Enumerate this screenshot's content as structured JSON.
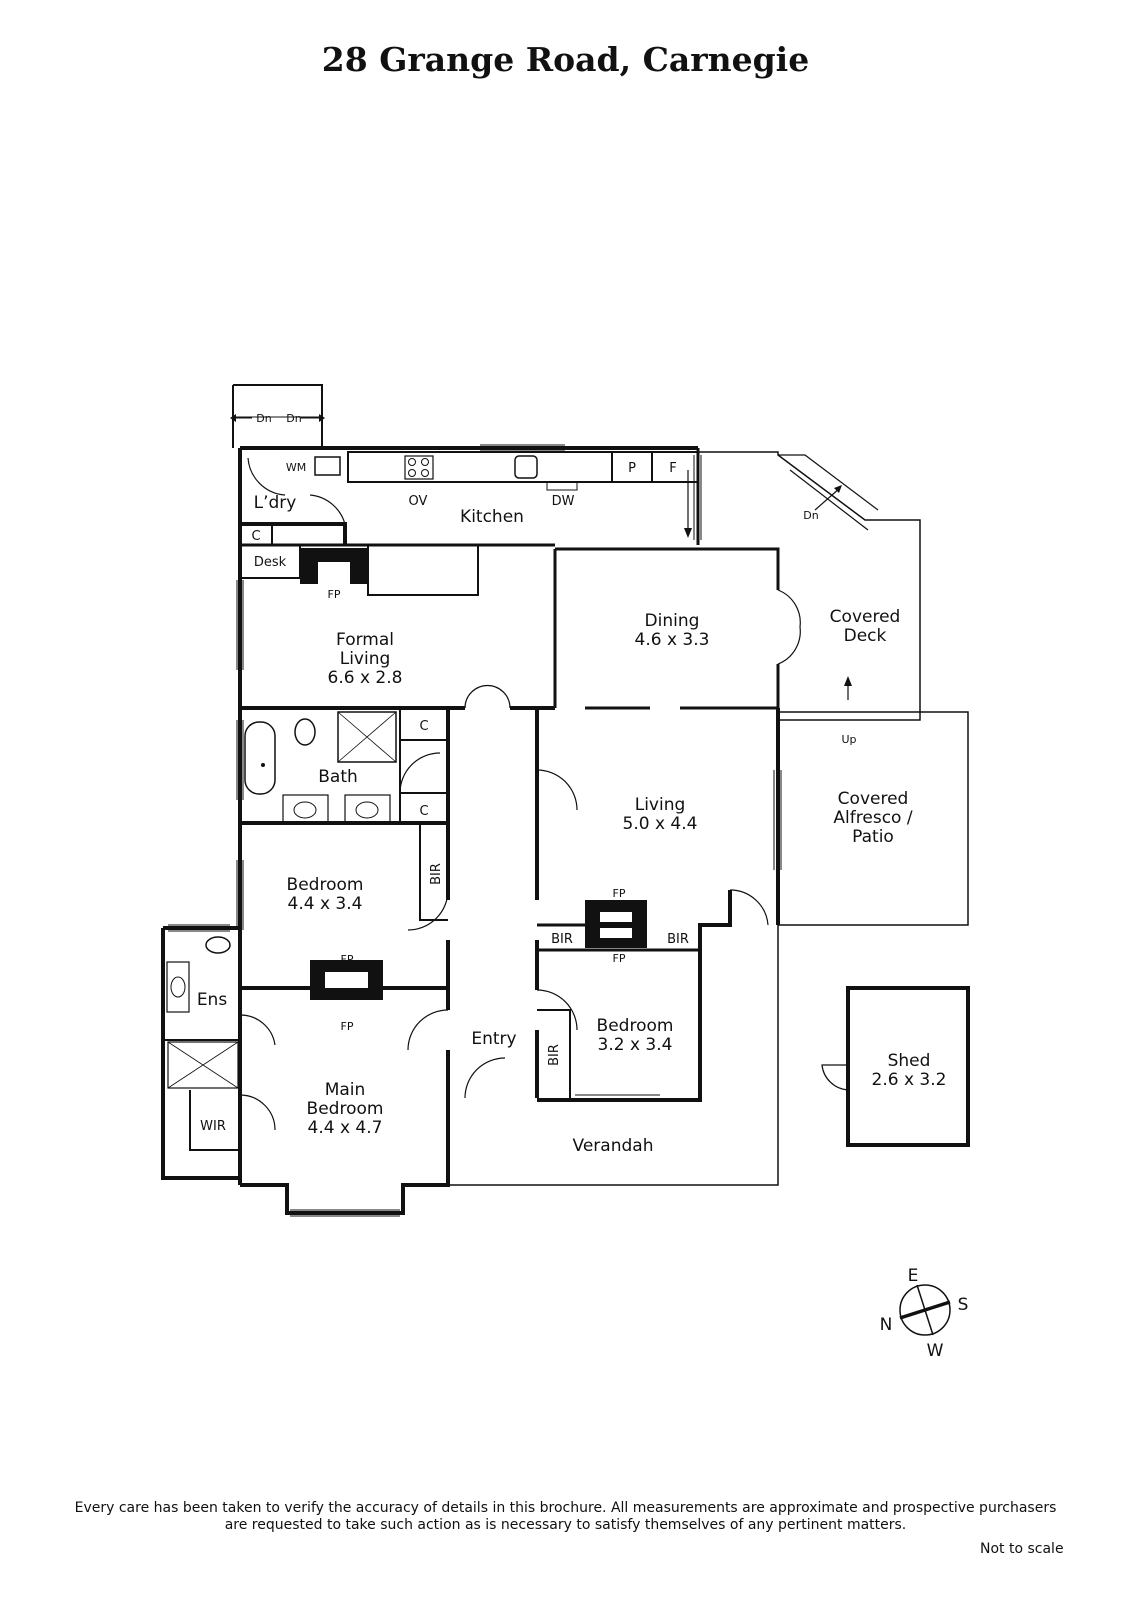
{
  "title": "28 Grange Road, Carnegie",
  "rooms": {
    "kitchen": "Kitchen",
    "laundry": "L’dry",
    "formal_living_1": "Formal",
    "formal_living_2": "Living",
    "formal_living_dim": "6.6 x 2.8",
    "dining": "Dining",
    "dining_dim": "4.6 x 3.3",
    "covered_deck_1": "Covered",
    "covered_deck_2": "Deck",
    "bath": "Bath",
    "living": "Living",
    "living_dim": "5.0 x 4.4",
    "alfresco_1": "Covered",
    "alfresco_2": "Alfresco /",
    "alfresco_3": "Patio",
    "bedroom2": "Bedroom",
    "bedroom2_dim": "4.4 x 3.4",
    "ensuite": "Ens",
    "main_bedroom_1": "Main",
    "main_bedroom_2": "Bedroom",
    "main_bedroom_dim": "4.4 x 4.7",
    "wir": "WIR",
    "entry": "Entry",
    "bedroom3": "Bedroom",
    "bedroom3_dim": "3.2 x 3.4",
    "shed": "Shed",
    "shed_dim": "2.6 x 3.2",
    "verandah": "Verandah"
  },
  "fixtures": {
    "wm": "WM",
    "ov": "OV",
    "dw": "DW",
    "pantry": "P",
    "fridge": "F",
    "cupboard": "C",
    "desk": "Desk",
    "fireplace": "FP",
    "bir": "BIR",
    "down": "Dn",
    "up": "Up"
  },
  "compass": {
    "n": "N",
    "e": "E",
    "s": "S",
    "w": "W"
  },
  "disclaimer_line1": "Every care has been taken to verify the accuracy of details in this brochure.  All measurements are approximate and prospective purchasers",
  "disclaimer_line2": "are requested to take such action as is necessary to satisfy themselves of any pertinent matters.",
  "not_to_scale": "Not to scale"
}
